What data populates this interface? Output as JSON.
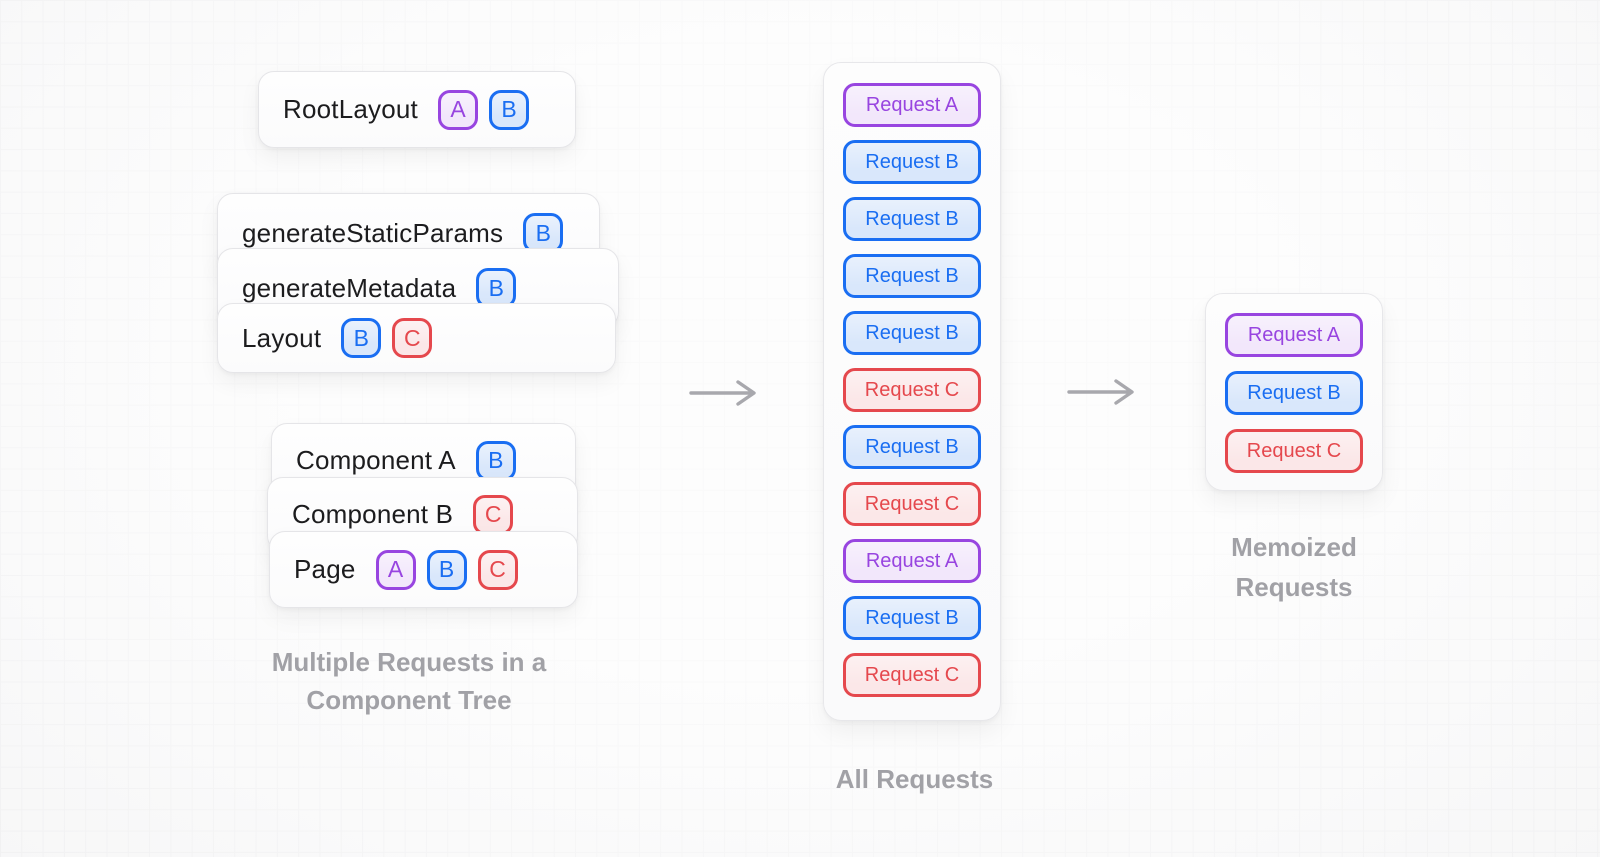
{
  "colors": {
    "a": {
      "border": "#9845e0",
      "fill": "#f2e7fb",
      "text": "#9845e0"
    },
    "b": {
      "border": "#1a6ef2",
      "fill": "#d9e7fb",
      "text": "#1a6ef2"
    },
    "c": {
      "border": "#e5484d",
      "fill": "#fbe7e8",
      "text": "#e5484d"
    },
    "caption": "#a1a1a6",
    "arrow": "#a8a8ad",
    "card_text": "#1c1c1e"
  },
  "component_tree": {
    "caption": "Multiple Requests in a Component Tree",
    "cards": [
      {
        "label": "RootLayout",
        "badges": [
          "A",
          "B"
        ]
      },
      {
        "label": "generateStaticParams",
        "badges": [
          "B"
        ]
      },
      {
        "label": "generateMetadata",
        "badges": [
          "B"
        ]
      },
      {
        "label": "Layout",
        "badges": [
          "B",
          "C"
        ]
      },
      {
        "label": "Component A",
        "badges": [
          "B"
        ]
      },
      {
        "label": "Component B",
        "badges": [
          "C"
        ]
      },
      {
        "label": "Page",
        "badges": [
          "A",
          "B",
          "C"
        ]
      }
    ]
  },
  "all_requests": {
    "caption": "All Requests",
    "items": [
      "Request A",
      "Request B",
      "Request B",
      "Request B",
      "Request B",
      "Request C",
      "Request B",
      "Request C",
      "Request A",
      "Request B",
      "Request C"
    ]
  },
  "memoized_requests": {
    "caption": "Memoized Requests",
    "items": [
      "Request A",
      "Request B",
      "Request C"
    ]
  }
}
